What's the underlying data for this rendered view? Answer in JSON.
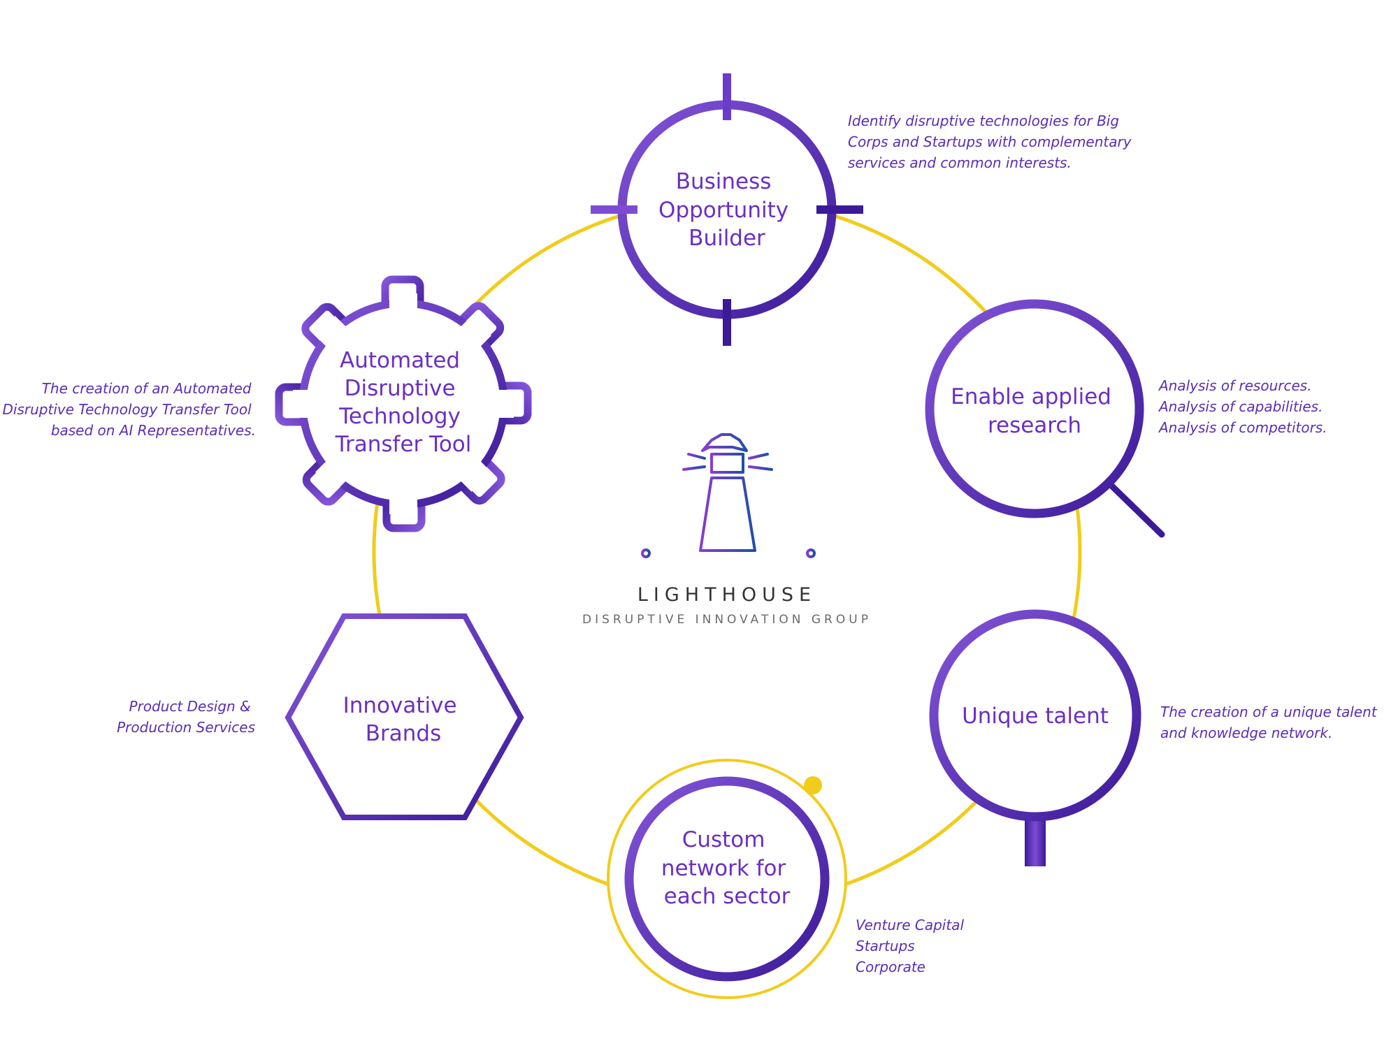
{
  "diagram": {
    "center": {
      "brand_name": "LIGHTHOUSE",
      "brand_subtitle": "DISRUPTIVE INNOVATION GROUP",
      "icon": "lighthouse-icon"
    },
    "nodes": [
      {
        "id": "business-opportunity-builder",
        "shape": "crosshair-circle",
        "title": [
          "Business",
          "Opportunity",
          "Builder"
        ],
        "description": [
          "Identify disruptive technologies for Big",
          "Corps and Startups with complementary",
          "services and common interests."
        ]
      },
      {
        "id": "enable-applied-research",
        "shape": "magnifier",
        "title": [
          "Enable applied",
          "research"
        ],
        "description": [
          "Analysis of resources.",
          "Analysis of capabilities.",
          "Analysis of competitors."
        ]
      },
      {
        "id": "unique-talent",
        "shape": "lens-stand",
        "title": [
          "Unique talent"
        ],
        "description": [
          "The creation of a unique talent",
          "and knowledge network."
        ]
      },
      {
        "id": "custom-network",
        "shape": "orbit-circle",
        "title": [
          "Custom",
          "network for",
          "each sector"
        ],
        "description": [
          "Venture Capital",
          "Startups",
          "Corporate"
        ]
      },
      {
        "id": "innovative-brands",
        "shape": "hexagon",
        "title": [
          "Innovative",
          "Brands"
        ],
        "description": [
          "Product Design &",
          "Production Services"
        ]
      },
      {
        "id": "automated-transfer-tool",
        "shape": "gear",
        "title": [
          "Automated",
          "Disruptive",
          "Technology",
          "Transfer Tool"
        ],
        "description": [
          "The creation of an Automated",
          "Disruptive Technology Transfer Tool",
          "based on AI Representatives."
        ]
      }
    ],
    "colors": {
      "ring": "#f2cc1a",
      "purple_light": "#7d4cd3",
      "purple_dark": "#3b1a98",
      "title_text": "#6a2fc4",
      "description_text": "#5a2db8",
      "brand_gray": "#333333",
      "accent_dot": "#f2cc1a"
    }
  }
}
